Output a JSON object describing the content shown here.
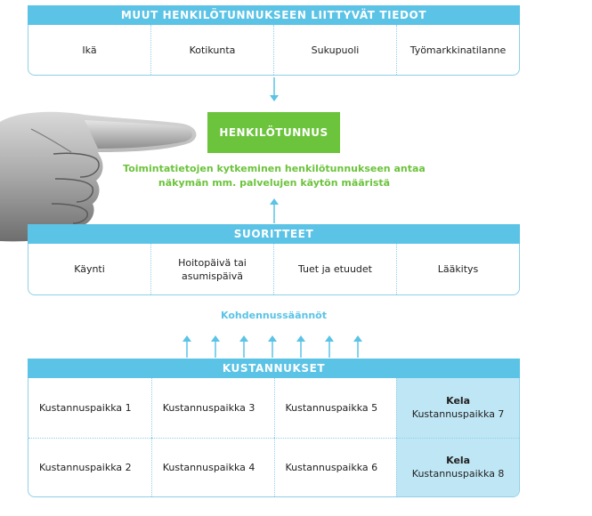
{
  "colors": {
    "accent_blue": "#5bc3e6",
    "light_blue": "#bfe6f4",
    "border_blue": "#8fd0e8",
    "green": "#6cc33c",
    "text": "#222222"
  },
  "top_panel": {
    "header": "MUUT HENKILÖTUNNUKSEEN LIITTYVÄT TIEDOT",
    "cells": [
      "Ikä",
      "Kotikunta",
      "Sukupuoli",
      "Työmarkkinatilanne"
    ]
  },
  "center": {
    "label": "HENKILÖTUNNUS",
    "caption_lines": [
      "Toimintatietojen kytkeminen  henkilötunnukseen antaa",
      "näkymän mm. palvelujen käytön määristä"
    ]
  },
  "mid_panel": {
    "header": "SUORITTEET",
    "cells": [
      {
        "lines": [
          "Käynti"
        ]
      },
      {
        "lines": [
          "Hoitopäivä tai",
          "asumispäivä"
        ]
      },
      {
        "lines": [
          "Tuet ja etuudet"
        ]
      },
      {
        "lines": [
          "Lääkitys"
        ]
      }
    ]
  },
  "allocation_label": "Kohdennussäännöt",
  "bottom_panel": {
    "header": "KUSTANNUKSET",
    "row1": [
      "Kustannuspaikka 1",
      "Kustannuspaikka 3",
      "Kustannuspaikka 5"
    ],
    "row2": [
      "Kustannuspaikka 2",
      "Kustannuspaikka 4",
      "Kustannuspaikka 6"
    ],
    "kela1": {
      "title": "Kela",
      "text": "Kustannuspaikka 7"
    },
    "kela2": {
      "title": "Kela",
      "text": "Kustannuspaikka 8"
    }
  },
  "icons": {
    "hand": "pointing-hand-icon"
  }
}
